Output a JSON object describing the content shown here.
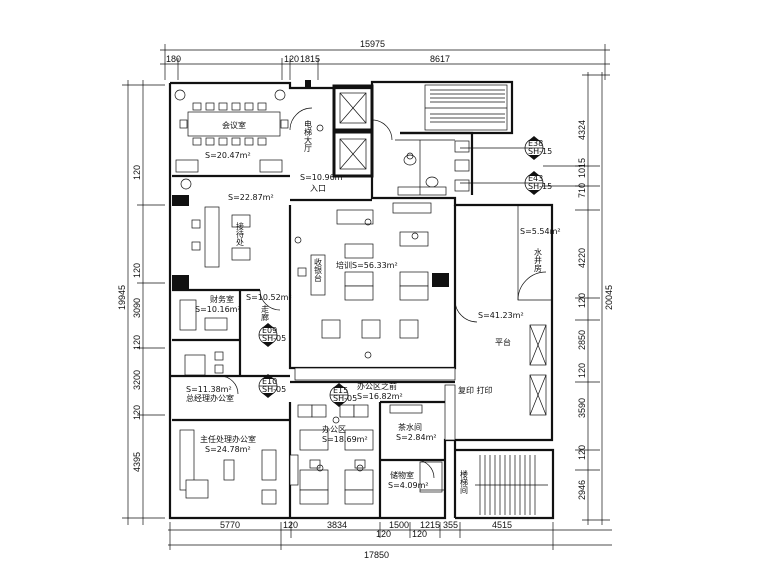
{
  "dimensions": {
    "top_total": "15975",
    "top_segments": [
      "180",
      "120",
      "1815",
      "8617"
    ],
    "bottom_total": "17850",
    "bottom_segments": [
      "5770",
      "120",
      "3834",
      "120",
      "1500",
      "1215",
      "355",
      "4515",
      "120"
    ],
    "left_total": "19945",
    "left_segments": [
      "120",
      "3090",
      "120",
      "3200",
      "120",
      "4395"
    ],
    "right_total": "20045",
    "right_segments": [
      "4324",
      "710",
      "1015",
      "4220",
      "120",
      "2850",
      "120",
      "3590",
      "120",
      "2946"
    ]
  },
  "rooms": {
    "meeting_name": "会议室",
    "meeting_area": "S=20.47m²",
    "area_22": "S=22.87m²",
    "reception": "接待处",
    "elevator_hall": "电梯大厅",
    "lobby_area": "S=10.96m²",
    "entrance": "入口",
    "finance": "财务室",
    "finance_area": "S=10.16m²",
    "corridor_area": "S=10.52m²",
    "corridor": "走廊",
    "vp_office_area": "S=11.38m²",
    "vp_office": "总经理办公室",
    "gm_office": "主任处理办公室",
    "gm_office_area": "S=24.78m²",
    "training_area": "培训S=56.33m²",
    "counter": "收银台",
    "office_zone": "办公区之前",
    "office_zone_area": "S=16.82m²",
    "office": "办公区",
    "office_area": "S=18.69m²",
    "tea_room": "茶水间",
    "tea_area": "S=2.84m²",
    "storage": "储物室",
    "storage_area": "S=4.09m²",
    "stair": "楼梯间",
    "water_area": "S=5.54m²",
    "water_room": "水井房",
    "platform_area": "S=41.23m²",
    "platform": "平台",
    "copy_room": "复印 打印"
  },
  "markers": [
    {
      "id": "E38",
      "sub": "SH-15"
    },
    {
      "id": "E43",
      "sub": "SH-15"
    },
    {
      "id": "E09",
      "sub": "SH-05"
    },
    {
      "id": "E10",
      "sub": "SH-05"
    },
    {
      "id": "E15",
      "sub": "SH-05"
    }
  ]
}
